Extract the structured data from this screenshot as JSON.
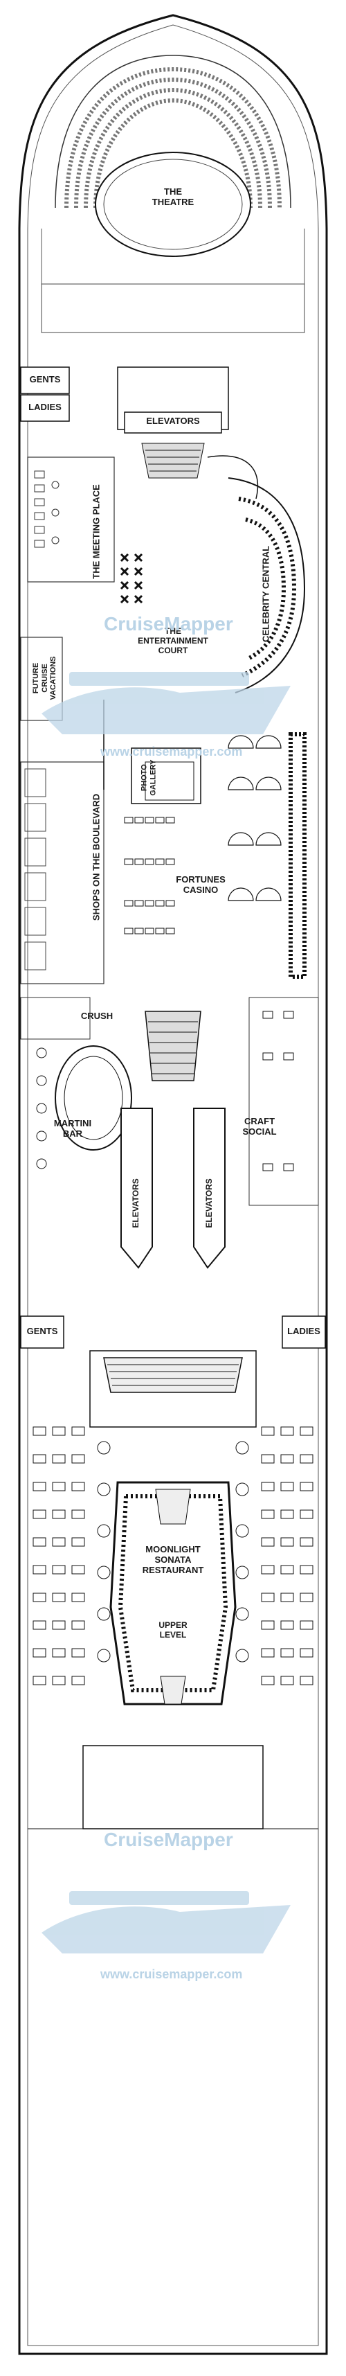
{
  "deck": {
    "venues": {
      "theatre": "THE\nTHEATRE",
      "gents_top": "GENTS",
      "ladies_top": "LADIES",
      "elevators_top": "ELEVATORS",
      "meeting_place": "THE MEETING PLACE",
      "celebrity_central": "CELEBRITY CENTRAL",
      "entertainment_court": "THE\nENTERTAINMENT\nCOURT",
      "future_cruise": "FUTURE\nCRUISE\nVACATIONS",
      "photo_gallery": "PHOTO\nGALLERY",
      "shops": "SHOPS ON THE BOULEVARD",
      "casino": "FORTUNES\nCASINO",
      "crush": "CRUSH",
      "martini_bar": "MARTINI\nBAR",
      "craft_social": "CRAFT\nSOCIAL",
      "elevators_left": "ELEVATORS",
      "elevators_right": "ELEVATORS",
      "gents_bottom": "GENTS",
      "ladies_bottom": "LADIES",
      "restaurant": "MOONLIGHT\nSONATA\nRESTAURANT",
      "upper_level": "UPPER\nLEVEL"
    },
    "watermark": {
      "brand": "CruiseMapper",
      "url": "www.cruisemapper.com"
    }
  }
}
